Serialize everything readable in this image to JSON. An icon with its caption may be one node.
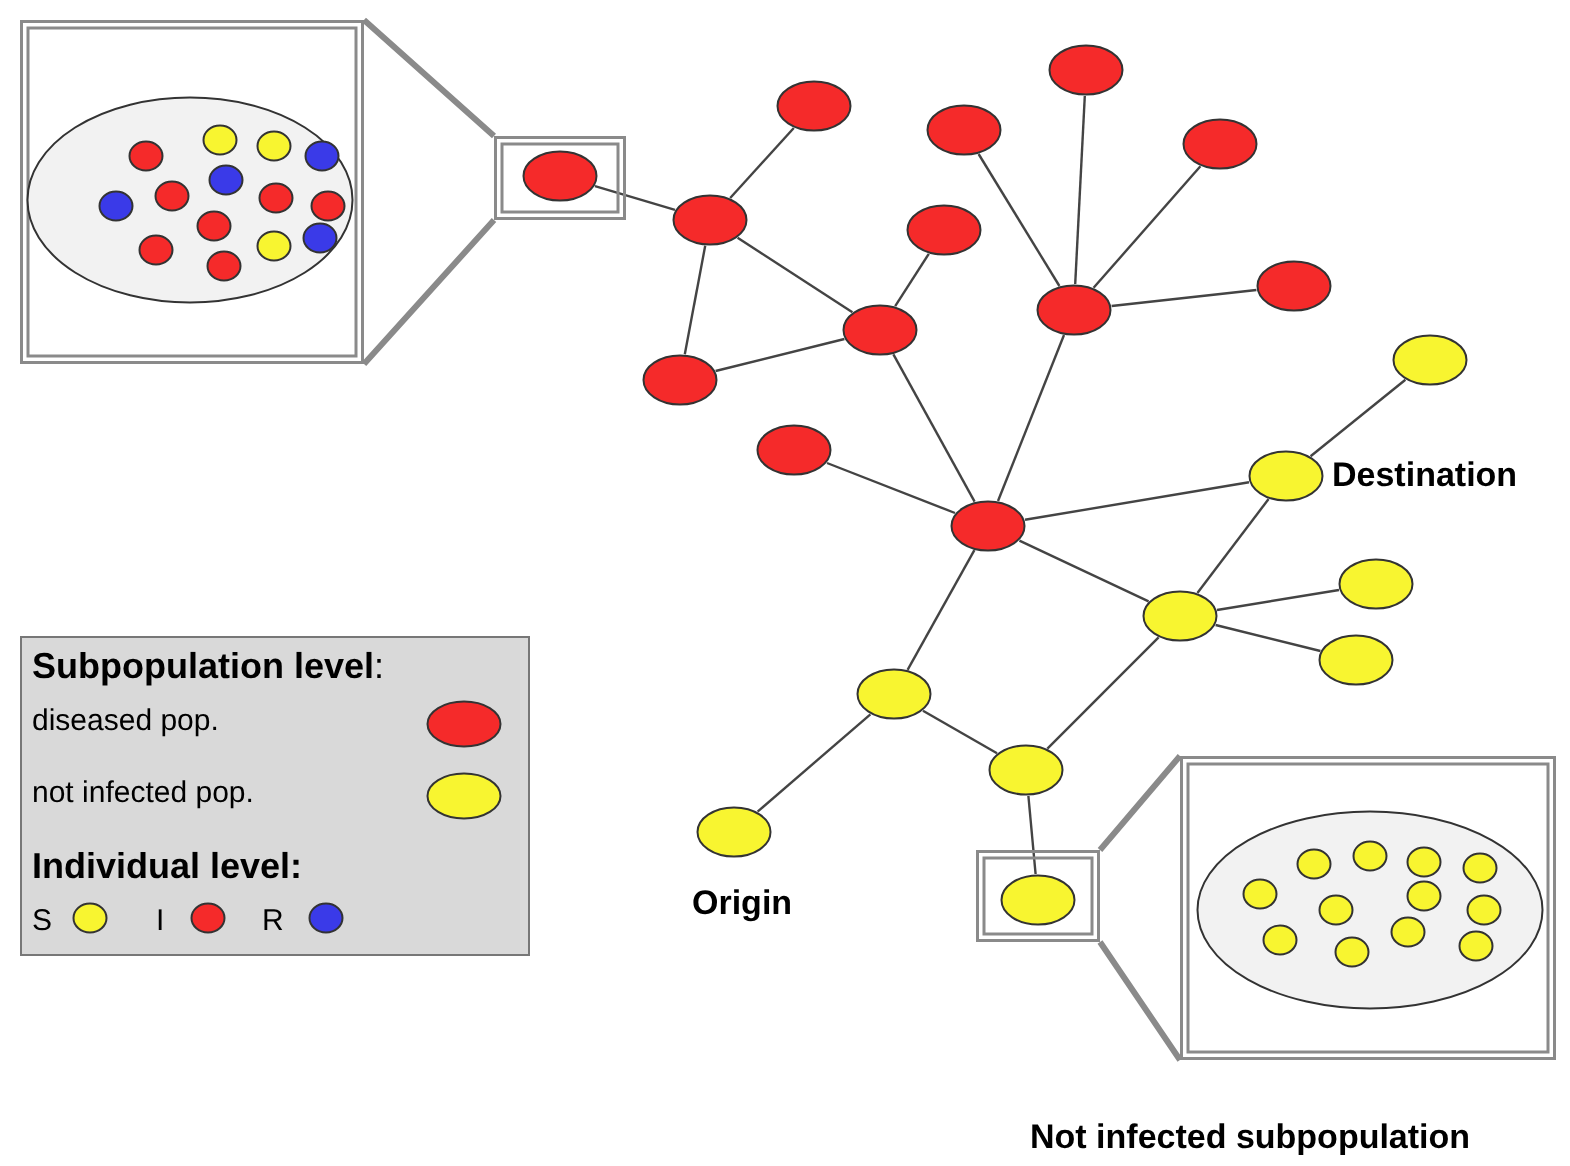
{
  "diagram": {
    "nodes": [
      {
        "text": [],
        "shape": "box"
      },
      {
        "text": [],
        "shape": "ellipse",
        "in": 0
      },
      {
        "text": [],
        "shape": "circle",
        "in": 1
      },
      {
        "text": [],
        "shape": "circle",
        "in": 1
      },
      {
        "text": [],
        "shape": "circle",
        "in": 1
      },
      {
        "text": [],
        "shape": "circle",
        "in": 1
      },
      {
        "text": [],
        "shape": "circle",
        "in": 1
      },
      {
        "text": [],
        "shape": "circle",
        "in": 1
      },
      {
        "text": [],
        "shape": "circle",
        "in": 1
      },
      {
        "text": [],
        "shape": "circle",
        "in": 1
      },
      {
        "text": [],
        "shape": "circle",
        "in": 1
      },
      {
        "text": [],
        "shape": "circle",
        "in": 1
      },
      {
        "text": [],
        "shape": "circle",
        "in": 1
      },
      {
        "text": [],
        "shape": "circle",
        "in": 1
      },
      {
        "text": [],
        "shape": "circle",
        "in": 1
      },
      {
        "text": [],
        "shape": "circle",
        "in": 1
      },
      {
        "text": [],
        "shape": "box"
      },
      {
        "text": [],
        "shape": "ellipse",
        "in": 16
      },
      {
        "text": [],
        "shape": "ellipse"
      },
      {
        "text": [],
        "shape": "ellipse"
      },
      {
        "text": [],
        "shape": "ellipse"
      },
      {
        "text": [],
        "shape": "ellipse"
      },
      {
        "text": [],
        "shape": "ellipse"
      },
      {
        "text": [],
        "shape": "ellipse"
      },
      {
        "text": [],
        "shape": "ellipse"
      },
      {
        "text": [],
        "shape": "ellipse"
      },
      {
        "text": [],
        "shape": "ellipse"
      },
      {
        "text": [],
        "shape": "ellipse"
      },
      {
        "text": [],
        "shape": "ellipse"
      },
      {
        "text": [],
        "shape": "ellipse"
      },
      {
        "text": [],
        "shape": "ellipse"
      },
      {
        "text": [],
        "shape": "ellipse",
        "beside": [
          "Destination"
        ]
      },
      {
        "text": [],
        "shape": "ellipse"
      },
      {
        "text": [],
        "shape": "ellipse"
      },
      {
        "text": [],
        "shape": "ellipse"
      },
      {
        "text": [],
        "shape": "ellipse"
      },
      {
        "text": [],
        "shape": "ellipse"
      },
      {
        "text": [],
        "shape": "ellipse",
        "beside": [
          "Origin"
        ]
      },
      {
        "text": [],
        "shape": "box"
      },
      {
        "text": [],
        "shape": "ellipse",
        "in": 38
      },
      {
        "text": [],
        "shape": "box",
        "beside": [
          "Not infected subpopulation"
        ]
      },
      {
        "text": [],
        "shape": "ellipse",
        "in": 40
      },
      {
        "text": [],
        "shape": "circle",
        "in": 41
      },
      {
        "text": [],
        "shape": "circle",
        "in": 41
      },
      {
        "text": [],
        "shape": "circle",
        "in": 41
      },
      {
        "text": [],
        "shape": "circle",
        "in": 41
      },
      {
        "text": [],
        "shape": "circle",
        "in": 41
      },
      {
        "text": [],
        "shape": "circle",
        "in": 41
      },
      {
        "text": [],
        "shape": "circle",
        "in": 41
      },
      {
        "text": [],
        "shape": "circle",
        "in": 41
      },
      {
        "text": [],
        "shape": "circle",
        "in": 41
      },
      {
        "text": [],
        "shape": "circle",
        "in": 41
      },
      {
        "text": [],
        "shape": "circle",
        "in": 41
      },
      {
        "text": [],
        "shape": "circle",
        "in": 41
      }
    ],
    "edges": [
      {
        "from": 16,
        "to": 0,
        "arrow": "none",
        "style": "thick"
      },
      {
        "from": 17,
        "to": 19,
        "arrow": "none"
      },
      {
        "from": 18,
        "to": 19,
        "arrow": "none"
      },
      {
        "from": 19,
        "to": 20,
        "arrow": "none"
      },
      {
        "from": 19,
        "to": 21,
        "arrow": "none"
      },
      {
        "from": 20,
        "to": 21,
        "arrow": "none"
      },
      {
        "from": 21,
        "to": 22,
        "arrow": "none"
      },
      {
        "from": 21,
        "to": 29,
        "arrow": "none"
      },
      {
        "from": 23,
        "to": 26,
        "arrow": "none"
      },
      {
        "from": 24,
        "to": 26,
        "arrow": "none"
      },
      {
        "from": 25,
        "to": 26,
        "arrow": "none"
      },
      {
        "from": 26,
        "to": 27,
        "arrow": "none"
      },
      {
        "from": 26,
        "to": 29,
        "arrow": "none"
      },
      {
        "from": 28,
        "to": 29,
        "arrow": "none"
      },
      {
        "from": 29,
        "to": 31,
        "arrow": "none"
      },
      {
        "from": 30,
        "to": 31,
        "arrow": "none"
      },
      {
        "from": 31,
        "to": 34,
        "arrow": "none"
      },
      {
        "from": 29,
        "to": 34,
        "arrow": "none"
      },
      {
        "from": 34,
        "to": 32,
        "arrow": "none"
      },
      {
        "from": 34,
        "to": 33,
        "arrow": "none"
      },
      {
        "from": 29,
        "to": 35,
        "arrow": "none"
      },
      {
        "from": 35,
        "to": 37,
        "arrow": "none"
      },
      {
        "from": 35,
        "to": 36,
        "arrow": "none"
      },
      {
        "from": 34,
        "to": 36,
        "arrow": "none"
      },
      {
        "from": 36,
        "to": 39,
        "arrow": "none"
      },
      {
        "from": 38,
        "to": 40,
        "arrow": "none",
        "style": "thick"
      }
    ],
    "labels": [
      "**Subpopulation level**:",
      "Individual level:"
    ],
    "legend": [
      {
        "text": "diseased pop.",
        "color": "#f52a2a"
      },
      {
        "text": "not infected pop.",
        "color": "#f8f530"
      },
      {
        "text": "S",
        "color": "#f8f530"
      },
      {
        "text": "I",
        "color": "#f52a2a"
      },
      {
        "text": "R",
        "color": "#3a3ae8"
      }
    ]
  }
}
